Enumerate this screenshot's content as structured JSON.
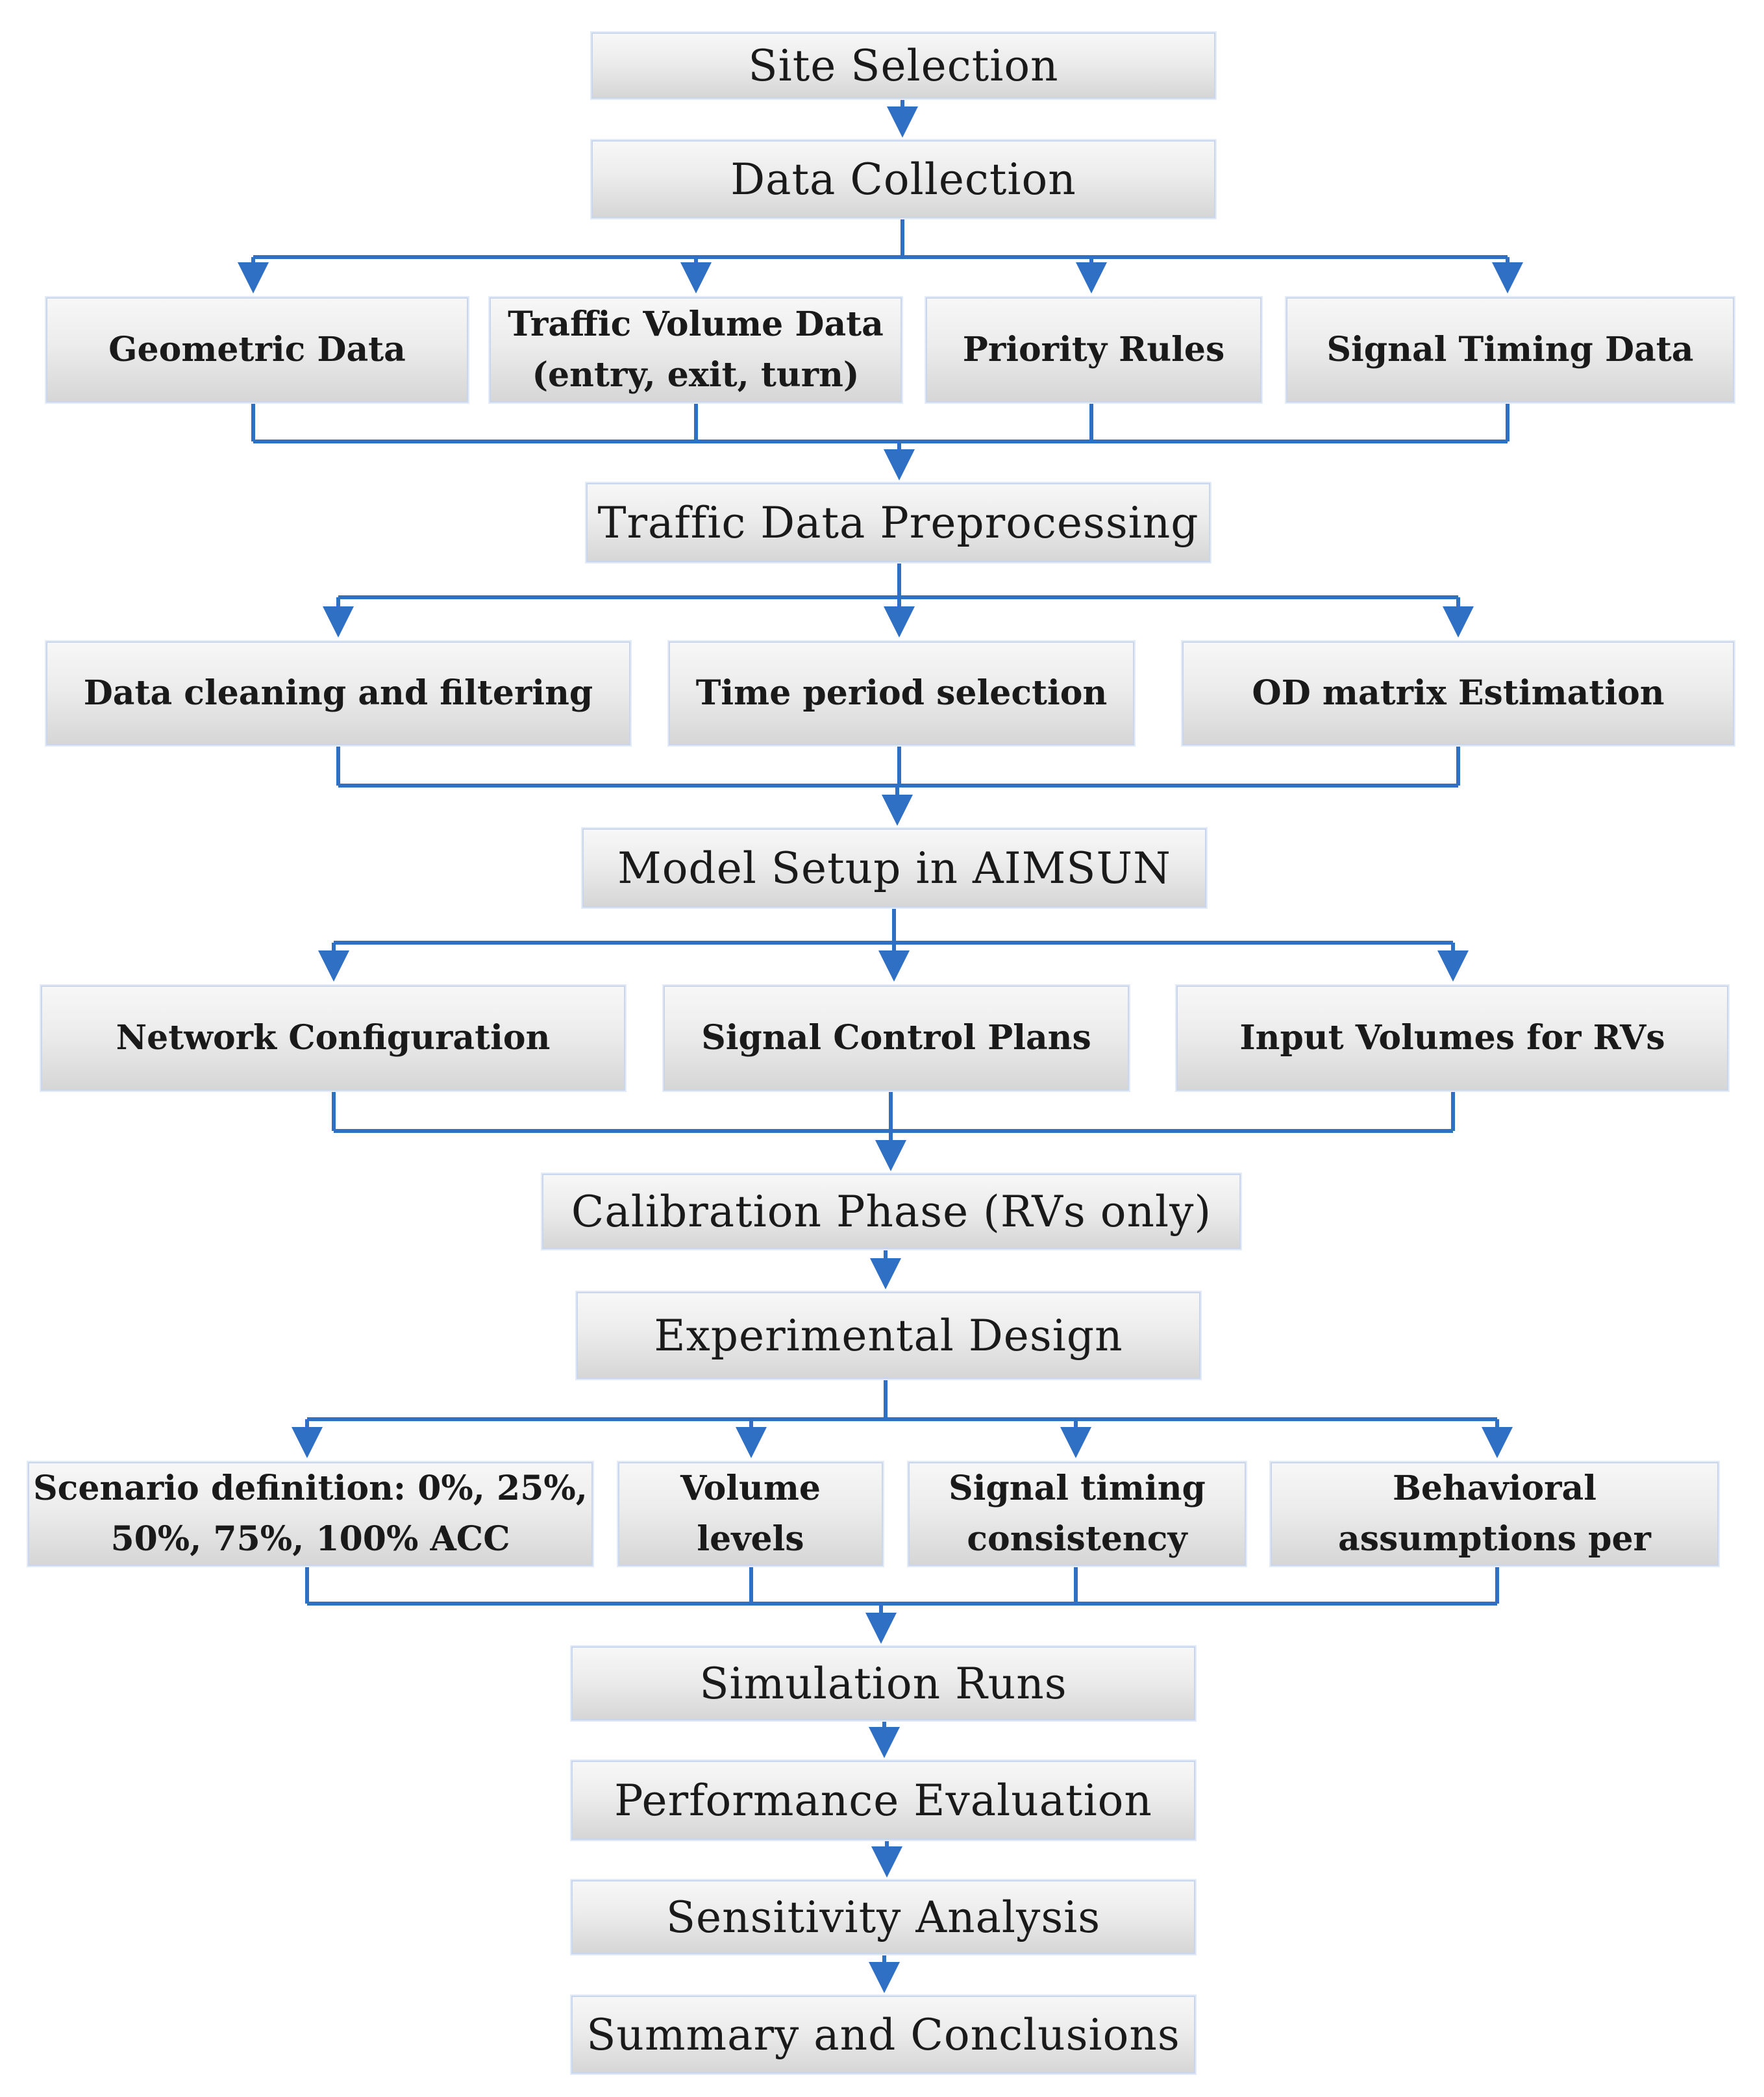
{
  "steps": {
    "site_selection": "Site Selection",
    "data_collection": "Data Collection",
    "traffic_data_preprocessing": "Traffic Data Preprocessing",
    "model_setup": "Model Setup in AIMSUN",
    "calibration_phase": "Calibration Phase (RVs only)",
    "experimental_design": "Experimental Design",
    "simulation_runs": "Simulation Runs",
    "performance_evaluation": "Performance Evaluation",
    "sensitivity_analysis": "Sensitivity Analysis",
    "summary_conclusions": "Summary and Conclusions"
  },
  "data_collection_items": {
    "geometric": "Geometric Data",
    "traffic_volume_line1": "Traffic Volume Data",
    "traffic_volume_line2": "(entry, exit, turn)",
    "priority_rules": "Priority Rules",
    "signal_timing": "Signal Timing Data"
  },
  "preprocessing_items": {
    "cleaning": "Data cleaning and filtering",
    "time_period": "Time period selection",
    "od_matrix": "OD matrix Estimation"
  },
  "model_setup_items": {
    "network": "Network Configuration",
    "signal_control": "Signal Control Plans",
    "input_volumes": "Input Volumes for RVs"
  },
  "experimental_design_items": {
    "scenario_line1": "Scenario definition: 0%, 25%,",
    "scenario_line2": "50%, 75%, 100% ACC",
    "volume_line1": "Volume",
    "volume_line2": "levels",
    "signal_timing_line1": "Signal timing",
    "signal_timing_line2": "consistency",
    "behavioral_line1": "Behavioral",
    "behavioral_line2": "assumptions per"
  },
  "colors": {
    "connector": "#2f6fc4",
    "box_border": "#c9d6ec"
  }
}
